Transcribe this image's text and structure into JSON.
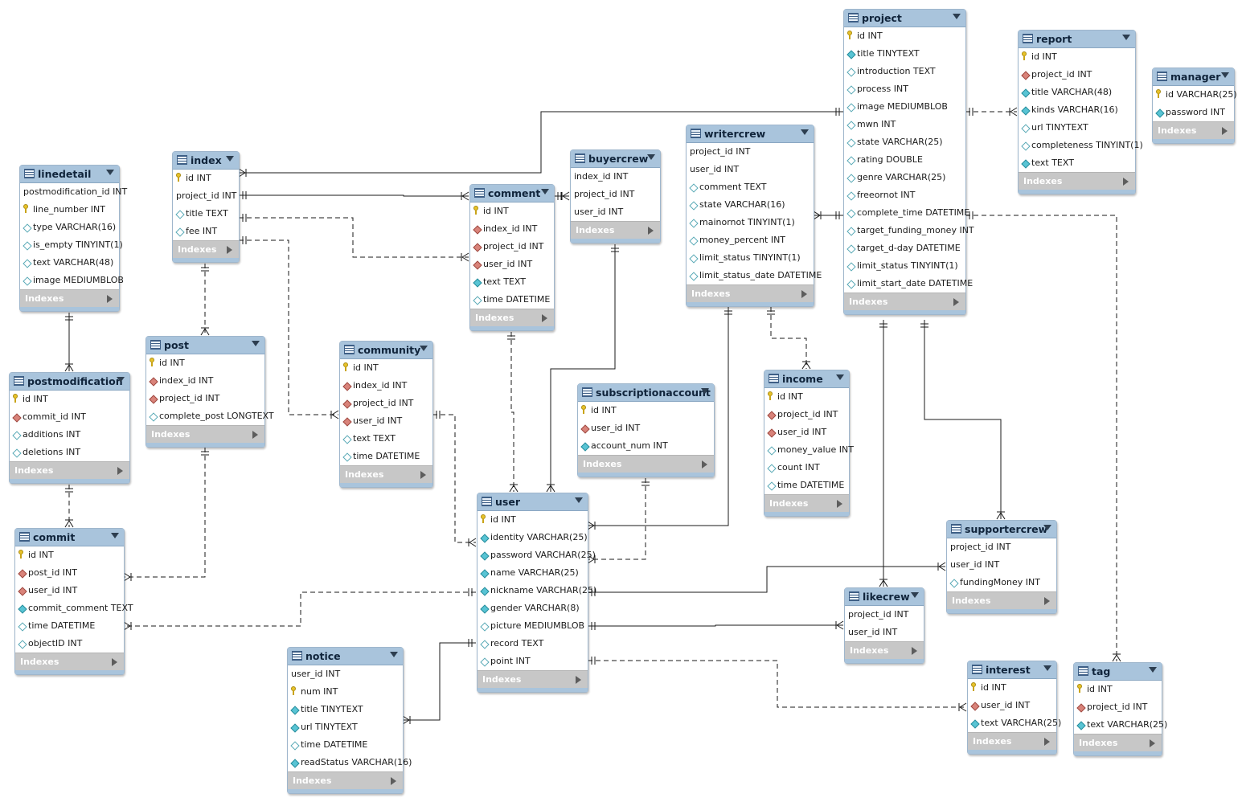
{
  "tables": [
    {
      "id": "project",
      "name": "project",
      "footer": "Indexes",
      "columns": [
        {
          "text": "id INT",
          "kind": "pk"
        },
        {
          "text": "title TINYTEXT",
          "kind": "nn"
        },
        {
          "text": "introduction TEXT",
          "kind": "co"
        },
        {
          "text": "process INT",
          "kind": "co"
        },
        {
          "text": "image MEDIUMBLOB",
          "kind": "co"
        },
        {
          "text": "mwn INT",
          "kind": "co"
        },
        {
          "text": "state VARCHAR(25)",
          "kind": "co"
        },
        {
          "text": "rating DOUBLE",
          "kind": "co"
        },
        {
          "text": "genre VARCHAR(25)",
          "kind": "co"
        },
        {
          "text": "freeornot INT",
          "kind": "co"
        },
        {
          "text": "complete_time DATETIME",
          "kind": "co"
        },
        {
          "text": "target_funding_money INT",
          "kind": "co"
        },
        {
          "text": "target_d-day DATETIME",
          "kind": "co"
        },
        {
          "text": "limit_status TINYINT(1)",
          "kind": "co"
        },
        {
          "text": "limit_start_date DATETIME",
          "kind": "co"
        }
      ]
    },
    {
      "id": "report",
      "name": "report",
      "footer": "Indexes",
      "columns": [
        {
          "text": "id INT",
          "kind": "pk"
        },
        {
          "text": "project_id INT",
          "kind": "fk"
        },
        {
          "text": "title VARCHAR(48)",
          "kind": "nn"
        },
        {
          "text": "kinds VARCHAR(16)",
          "kind": "nn"
        },
        {
          "text": "url TINYTEXT",
          "kind": "co"
        },
        {
          "text": "completeness TINYINT(1)",
          "kind": "co"
        },
        {
          "text": "text TEXT",
          "kind": "nn"
        }
      ]
    },
    {
      "id": "manager",
      "name": "manager",
      "footer": "Indexes",
      "columns": [
        {
          "text": "id VARCHAR(25)",
          "kind": "pk"
        },
        {
          "text": "password INT",
          "kind": "nn"
        }
      ]
    },
    {
      "id": "writercrew",
      "name": "writercrew",
      "footer": "Indexes",
      "columns": [
        {
          "text": "project_id INT",
          "kind": "plain"
        },
        {
          "text": "user_id INT",
          "kind": "plain"
        },
        {
          "text": "comment TEXT",
          "kind": "co"
        },
        {
          "text": "state VARCHAR(16)",
          "kind": "co"
        },
        {
          "text": "mainornot TINYINT(1)",
          "kind": "co"
        },
        {
          "text": "money_percent INT",
          "kind": "co"
        },
        {
          "text": "limit_status TINYINT(1)",
          "kind": "co"
        },
        {
          "text": "limit_status_date DATETIME",
          "kind": "co"
        }
      ]
    },
    {
      "id": "buyercrew",
      "name": "buyercrew",
      "footer": "Indexes",
      "columns": [
        {
          "text": "index_id INT",
          "kind": "plain"
        },
        {
          "text": "project_id INT",
          "kind": "plain"
        },
        {
          "text": "user_id INT",
          "kind": "plain"
        }
      ]
    },
    {
      "id": "comment",
      "name": "comment",
      "footer": "Indexes",
      "columns": [
        {
          "text": "id INT",
          "kind": "pk"
        },
        {
          "text": "index_id INT",
          "kind": "fk"
        },
        {
          "text": "project_id INT",
          "kind": "fk"
        },
        {
          "text": "user_id INT",
          "kind": "fk"
        },
        {
          "text": "text TEXT",
          "kind": "nn"
        },
        {
          "text": "time DATETIME",
          "kind": "co"
        }
      ]
    },
    {
      "id": "index",
      "name": "index",
      "footer": "Indexes",
      "columns": [
        {
          "text": "id INT",
          "kind": "pk"
        },
        {
          "text": "project_id INT",
          "kind": "plain"
        },
        {
          "text": "title TEXT",
          "kind": "co"
        },
        {
          "text": "fee INT",
          "kind": "co"
        }
      ]
    },
    {
      "id": "linedetail",
      "name": "linedetail",
      "footer": "Indexes",
      "columns": [
        {
          "text": "postmodification_id INT",
          "kind": "plain"
        },
        {
          "text": "line_number INT",
          "kind": "pk"
        },
        {
          "text": "type VARCHAR(16)",
          "kind": "co"
        },
        {
          "text": "is_empty TINYINT(1)",
          "kind": "co"
        },
        {
          "text": "text VARCHAR(48)",
          "kind": "co"
        },
        {
          "text": "image MEDIUMBLOB",
          "kind": "co"
        }
      ]
    },
    {
      "id": "post",
      "name": "post",
      "footer": "Indexes",
      "columns": [
        {
          "text": "id INT",
          "kind": "pk"
        },
        {
          "text": "index_id INT",
          "kind": "fk"
        },
        {
          "text": "project_id INT",
          "kind": "fk"
        },
        {
          "text": "complete_post LONGTEXT",
          "kind": "co"
        }
      ]
    },
    {
      "id": "community",
      "name": "community",
      "footer": "Indexes",
      "columns": [
        {
          "text": "id INT",
          "kind": "pk"
        },
        {
          "text": "index_id INT",
          "kind": "fk"
        },
        {
          "text": "project_id INT",
          "kind": "fk"
        },
        {
          "text": "user_id INT",
          "kind": "fk"
        },
        {
          "text": "text TEXT",
          "kind": "co"
        },
        {
          "text": "time DATETIME",
          "kind": "co"
        }
      ]
    },
    {
      "id": "postmodification",
      "name": "postmodification",
      "footer": "Indexes",
      "columns": [
        {
          "text": "id INT",
          "kind": "pk"
        },
        {
          "text": "commit_id INT",
          "kind": "fk"
        },
        {
          "text": "additions INT",
          "kind": "co"
        },
        {
          "text": "deletions INT",
          "kind": "co"
        }
      ]
    },
    {
      "id": "commit",
      "name": "commit",
      "footer": "Indexes",
      "columns": [
        {
          "text": "id INT",
          "kind": "pk"
        },
        {
          "text": "post_id INT",
          "kind": "fk"
        },
        {
          "text": "user_id INT",
          "kind": "fk"
        },
        {
          "text": "commit_comment TEXT",
          "kind": "nn"
        },
        {
          "text": "time DATETIME",
          "kind": "co"
        },
        {
          "text": "objectID INT",
          "kind": "co"
        }
      ]
    },
    {
      "id": "subscriptionaccount",
      "name": "subscriptionaccount",
      "footer": "Indexes",
      "columns": [
        {
          "text": "id INT",
          "kind": "pk"
        },
        {
          "text": "user_id INT",
          "kind": "fk"
        },
        {
          "text": "account_num INT",
          "kind": "nn"
        }
      ]
    },
    {
      "id": "income",
      "name": "income",
      "footer": "Indexes",
      "columns": [
        {
          "text": "id INT",
          "kind": "pk"
        },
        {
          "text": "project_id INT",
          "kind": "fk"
        },
        {
          "text": "user_id INT",
          "kind": "fk"
        },
        {
          "text": "money_value INT",
          "kind": "co"
        },
        {
          "text": "count INT",
          "kind": "co"
        },
        {
          "text": "time DATETIME",
          "kind": "co"
        }
      ]
    },
    {
      "id": "user",
      "name": "user",
      "footer": "Indexes",
      "columns": [
        {
          "text": "id INT",
          "kind": "pk"
        },
        {
          "text": "identity VARCHAR(25)",
          "kind": "nn"
        },
        {
          "text": "password VARCHAR(25)",
          "kind": "nn"
        },
        {
          "text": "name VARCHAR(25)",
          "kind": "nn"
        },
        {
          "text": "nickname VARCHAR(25)",
          "kind": "nn"
        },
        {
          "text": "gender VARCHAR(8)",
          "kind": "nn"
        },
        {
          "text": "picture MEDIUMBLOB",
          "kind": "co"
        },
        {
          "text": "record TEXT",
          "kind": "co"
        },
        {
          "text": "point INT",
          "kind": "co"
        }
      ]
    },
    {
      "id": "supportercrew",
      "name": "supportercrew",
      "footer": "Indexes",
      "columns": [
        {
          "text": "project_id INT",
          "kind": "plain"
        },
        {
          "text": "user_id INT",
          "kind": "plain"
        },
        {
          "text": "fundingMoney INT",
          "kind": "co"
        }
      ]
    },
    {
      "id": "likecrew",
      "name": "likecrew",
      "footer": "Indexes",
      "columns": [
        {
          "text": "project_id INT",
          "kind": "plain"
        },
        {
          "text": "user_id INT",
          "kind": "plain"
        }
      ]
    },
    {
      "id": "notice",
      "name": "notice",
      "footer": "Indexes",
      "columns": [
        {
          "text": "user_id INT",
          "kind": "plain"
        },
        {
          "text": "num INT",
          "kind": "pk"
        },
        {
          "text": "title TINYTEXT",
          "kind": "nn"
        },
        {
          "text": "url TINYTEXT",
          "kind": "nn"
        },
        {
          "text": "time DATETIME",
          "kind": "co"
        },
        {
          "text": "readStatus VARCHAR(16)",
          "kind": "nn"
        }
      ]
    },
    {
      "id": "interest",
      "name": "interest",
      "footer": "Indexes",
      "columns": [
        {
          "text": "id INT",
          "kind": "pk"
        },
        {
          "text": "user_id INT",
          "kind": "fk"
        },
        {
          "text": "text VARCHAR(25)",
          "kind": "nn"
        }
      ]
    },
    {
      "id": "tag",
      "name": "tag",
      "footer": "Indexes",
      "columns": [
        {
          "text": "id INT",
          "kind": "pk"
        },
        {
          "text": "project_id INT",
          "kind": "fk"
        },
        {
          "text": "text VARCHAR(25)",
          "kind": "nn"
        }
      ]
    }
  ],
  "relationships": [
    {
      "from": "project",
      "to": "index",
      "style": "solid"
    },
    {
      "from": "project",
      "to": "report",
      "style": "dashed"
    },
    {
      "from": "project",
      "to": "writercrew",
      "style": "solid"
    },
    {
      "from": "project",
      "to": "tag",
      "style": "dashed"
    },
    {
      "from": "project",
      "to": "likecrew",
      "style": "solid"
    },
    {
      "from": "project",
      "to": "supportercrew",
      "style": "solid"
    },
    {
      "from": "index",
      "to": "comment",
      "style": "solid"
    },
    {
      "from": "index",
      "to": "comment",
      "style": "dashed"
    },
    {
      "from": "index",
      "to": "community",
      "style": "dashed"
    },
    {
      "from": "index",
      "to": "post",
      "style": "dashed"
    },
    {
      "from": "comment",
      "to": "buyercrew",
      "style": "solid"
    },
    {
      "from": "user",
      "to": "comment",
      "style": "dashed"
    },
    {
      "from": "user",
      "to": "buyercrew",
      "style": "solid"
    },
    {
      "from": "user",
      "to": "writercrew",
      "style": "solid"
    },
    {
      "from": "writercrew",
      "to": "income",
      "style": "dashed"
    },
    {
      "from": "user",
      "to": "subscriptionaccount",
      "style": "dashed"
    },
    {
      "from": "user",
      "to": "community",
      "style": "dashed"
    },
    {
      "from": "user",
      "to": "commit",
      "style": "dashed"
    },
    {
      "from": "user",
      "to": "notice",
      "style": "solid"
    },
    {
      "from": "user",
      "to": "supportercrew",
      "style": "solid"
    },
    {
      "from": "user",
      "to": "likecrew",
      "style": "solid"
    },
    {
      "from": "user",
      "to": "interest",
      "style": "dashed"
    },
    {
      "from": "linedetail",
      "to": "postmodification",
      "style": "solid"
    },
    {
      "from": "postmodification",
      "to": "commit",
      "style": "dashed"
    },
    {
      "from": "post",
      "to": "commit",
      "style": "dashed"
    }
  ],
  "colors": {
    "header": "#a9c4dc",
    "footer": "#c7c7c7",
    "line": "#1a1a1a",
    "primary_key": "#e8c22a",
    "foreign_key": "#d9837a",
    "not_null": "#58c4d4"
  }
}
